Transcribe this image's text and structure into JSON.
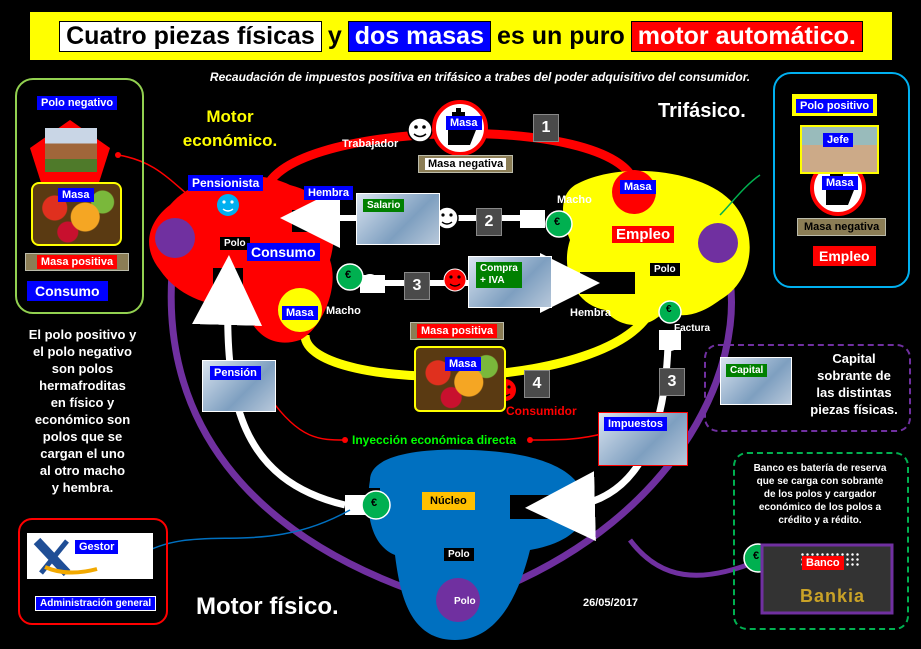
{
  "title": {
    "part1": "Cuatro piezas físicas",
    "part2": "y",
    "part3": "dos masas",
    "part4": "es un puro",
    "part5": "motor automático."
  },
  "subtitle": "Recaudación de impuestos positiva en trifásico a trabes del poder adquisitivo del consumidor.",
  "headings": {
    "motor_economico": "Motor\neconómico.",
    "trifasico": "Trifásico.",
    "motor_fisico": "Motor físico."
  },
  "left_panel": {
    "polo_negativo": "Polo negativo",
    "masa": "Masa",
    "masa_positiva": "Masa positiva",
    "consumo": "Consumo"
  },
  "right_panel": {
    "polo_positivo": "Polo positivo",
    "jefe": "Jefe",
    "masa": "Masa",
    "masa_negativa": "Masa negativa",
    "empleo": "Empleo"
  },
  "diagram": {
    "trabajador": "Trabajador",
    "masa_top": "Masa",
    "masa_negativa": "Masa negativa",
    "pensionista": "Pensionista",
    "hembra_left": "Hembra",
    "polo_left": "Polo",
    "consumo": "Consumo",
    "salario": "Salario",
    "macho_right": "Macho",
    "masa_right": "Masa",
    "empleo": "Empleo",
    "polo_right": "Polo",
    "compra": "Compra\n+ IVA",
    "masa_left_bottom": "Masa",
    "macho_left": "Macho",
    "hembra_right": "Hembra",
    "factura": "Factura",
    "masa_positiva": "Masa positiva",
    "masa_center": "Masa",
    "consumidor": "Consumidor",
    "pension": "Pensión",
    "capital": "Capital",
    "inyeccion": "Inyección económica  directa",
    "impuestos": "Impuestos",
    "nucleo": "Núcleo",
    "polo_core": "Polo",
    "polo_bottom": "Polo",
    "euro": "€",
    "numbers": [
      "1",
      "2",
      "3",
      "4",
      "3"
    ]
  },
  "capital_note": "Capital\nsobrante de\nlas distintas\npiezas físicas.",
  "polos_text": "El polo positivo y\nel polo negativo\nson polos\nhermafroditas\nen físico y\neconómico son\npolos que se\ncargan  el uno\nal otro  macho\ny hembra.",
  "banco_note": "Banco es batería de reserva\nque se carga con sobrante\nde los polos y cargador\neconómico de los polos a\ncrédito y a rédito.",
  "banco": "Banco",
  "bankia": "Bankia",
  "gestor": "Gestor",
  "admin": "Administración general",
  "date": "26/05/2017",
  "colors": {
    "yellow": "#ffff00",
    "red": "#ff0000",
    "blue": "#0070c0",
    "purple": "#7030a0",
    "white": "#ffffff"
  }
}
